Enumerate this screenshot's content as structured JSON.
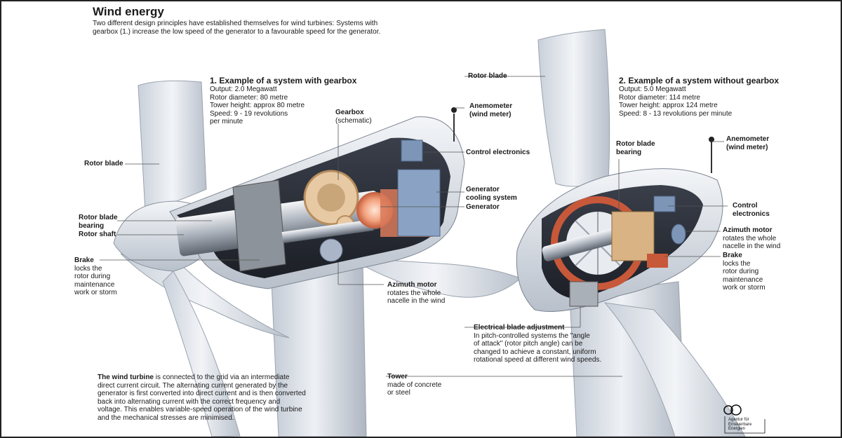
{
  "title": "Wind energy",
  "subtitle": "Two different design principles have established themselves for wind turbines: Systems with gearbox (1.) increase the low speed of the generator to a favourable speed for the generator.",
  "system1": {
    "heading": "1. Example of a system with gearbox",
    "specs": [
      "Output: 2.0 Megawatt",
      "Rotor diameter: 80 metre",
      "Tower height: approx 80 metre",
      "Speed: 9 - 19 revolutions",
      "per minute"
    ]
  },
  "system2": {
    "heading": "2. Example of a system without gearbox",
    "specs": [
      "Output: 5.0 Megawatt",
      "Rotor diameter: 114 metre",
      "Tower height: approx 124 metre",
      "Speed: 8 - 13 revolutions per minute"
    ]
  },
  "labels": {
    "rotor_blade_left": "Rotor blade",
    "rotor_blade_top": "Rotor blade",
    "rotor_blade_bearing_1": [
      "Rotor blade",
      "bearing"
    ],
    "rotor_shaft": "Rotor shaft",
    "brake_1": {
      "title": "Brake",
      "lines": [
        "locks the",
        "rotor during",
        "maintenance",
        "work or storm"
      ]
    },
    "gearbox": {
      "title": "Gearbox",
      "sub": "(schematic)"
    },
    "anemometer_1": [
      "Anemometer",
      "(wind meter)"
    ],
    "control_electronics_1": "Control electronics",
    "generator_cooling": [
      "Generator",
      "cooling system"
    ],
    "generator": "Generator",
    "azimuth_1": {
      "title": "Azimuth motor",
      "lines": [
        "rotates the whole",
        "nacelle in the wind"
      ]
    },
    "rotor_blade_bearing_2": [
      "Rotor blade",
      "bearing"
    ],
    "anemometer_2": [
      "Anemometer",
      "(wind meter)"
    ],
    "control_electronics_2": [
      "Control",
      "electronics"
    ],
    "azimuth_2": {
      "title": "Azimuth motor",
      "lines": [
        "rotates the whole",
        "nacelle in the wind"
      ]
    },
    "brake_2": {
      "title": "Brake",
      "lines": [
        "locks the",
        "rotor during",
        "maintenance",
        "work or storm"
      ]
    },
    "blade_adjust": {
      "title": "Electrical blade adjustment",
      "lines": [
        "In pitch-controlled systems the \"angle",
        "of attack\" (rotor pitch angle) can be",
        "changed to achieve a constant, uniform",
        "rotational speed at different wind speeds."
      ]
    },
    "tower": {
      "title": "Tower",
      "lines": [
        "made of concrete",
        "or steel"
      ]
    }
  },
  "grid_note": {
    "bold": "The wind turbine",
    "first_rest": " is connected to the grid via an intermediate",
    "lines": [
      "direct current circuit. The alternating current generated by the",
      "generator is first converted into direct current and is then converted",
      "back into alternating current with the correct frequency and",
      "voltage. This enables variable-speed operation of the wind turbine",
      "and the mechanical stresses are minimised."
    ]
  },
  "logo": {
    "lines": [
      "Agentur für",
      "Erneuerbare",
      "Energien"
    ]
  }
}
